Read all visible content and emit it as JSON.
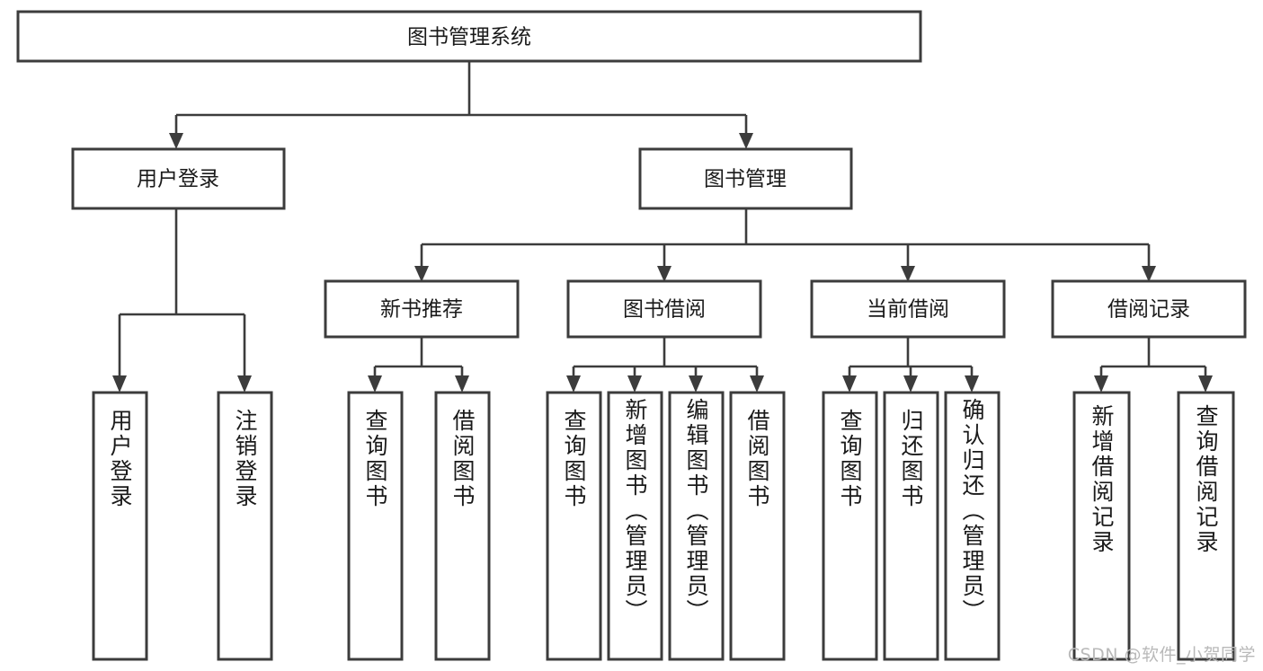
{
  "diagram": {
    "type": "tree",
    "title": "图书管理系统",
    "watermark": "CSDN @软件_小贺同学",
    "colors": {
      "box_stroke": "#3c3c3c",
      "box_fill": "#ffffff",
      "text": "#1a1a1a",
      "connector": "#3c3c3c",
      "watermark": "#b9b9b9",
      "background": "#ffffff"
    },
    "levels": {
      "root": {
        "label": "图书管理系统"
      },
      "level2": [
        {
          "label": "用户登录"
        },
        {
          "label": "图书管理"
        }
      ],
      "level3": [
        {
          "label": "新书推荐"
        },
        {
          "label": "图书借阅"
        },
        {
          "label": "当前借阅"
        },
        {
          "label": "借阅记录"
        }
      ],
      "leaves": {
        "user_login": [
          {
            "label": "用户登录"
          },
          {
            "label": "注销登录"
          }
        ],
        "new_book": [
          {
            "label": "查询图书"
          },
          {
            "label": "借阅图书"
          }
        ],
        "book_borrow": [
          {
            "label": "查询图书"
          },
          {
            "label": "新增图书（管理员）"
          },
          {
            "label": "编辑图书（管理员）"
          },
          {
            "label": "借阅图书"
          }
        ],
        "current_borrow": [
          {
            "label": "查询图书"
          },
          {
            "label": "归还图书"
          },
          {
            "label": "确认归还（管理员）"
          }
        ],
        "borrow_record": [
          {
            "label": "新增借阅记录"
          },
          {
            "label": "查询借阅记录"
          }
        ]
      }
    }
  }
}
